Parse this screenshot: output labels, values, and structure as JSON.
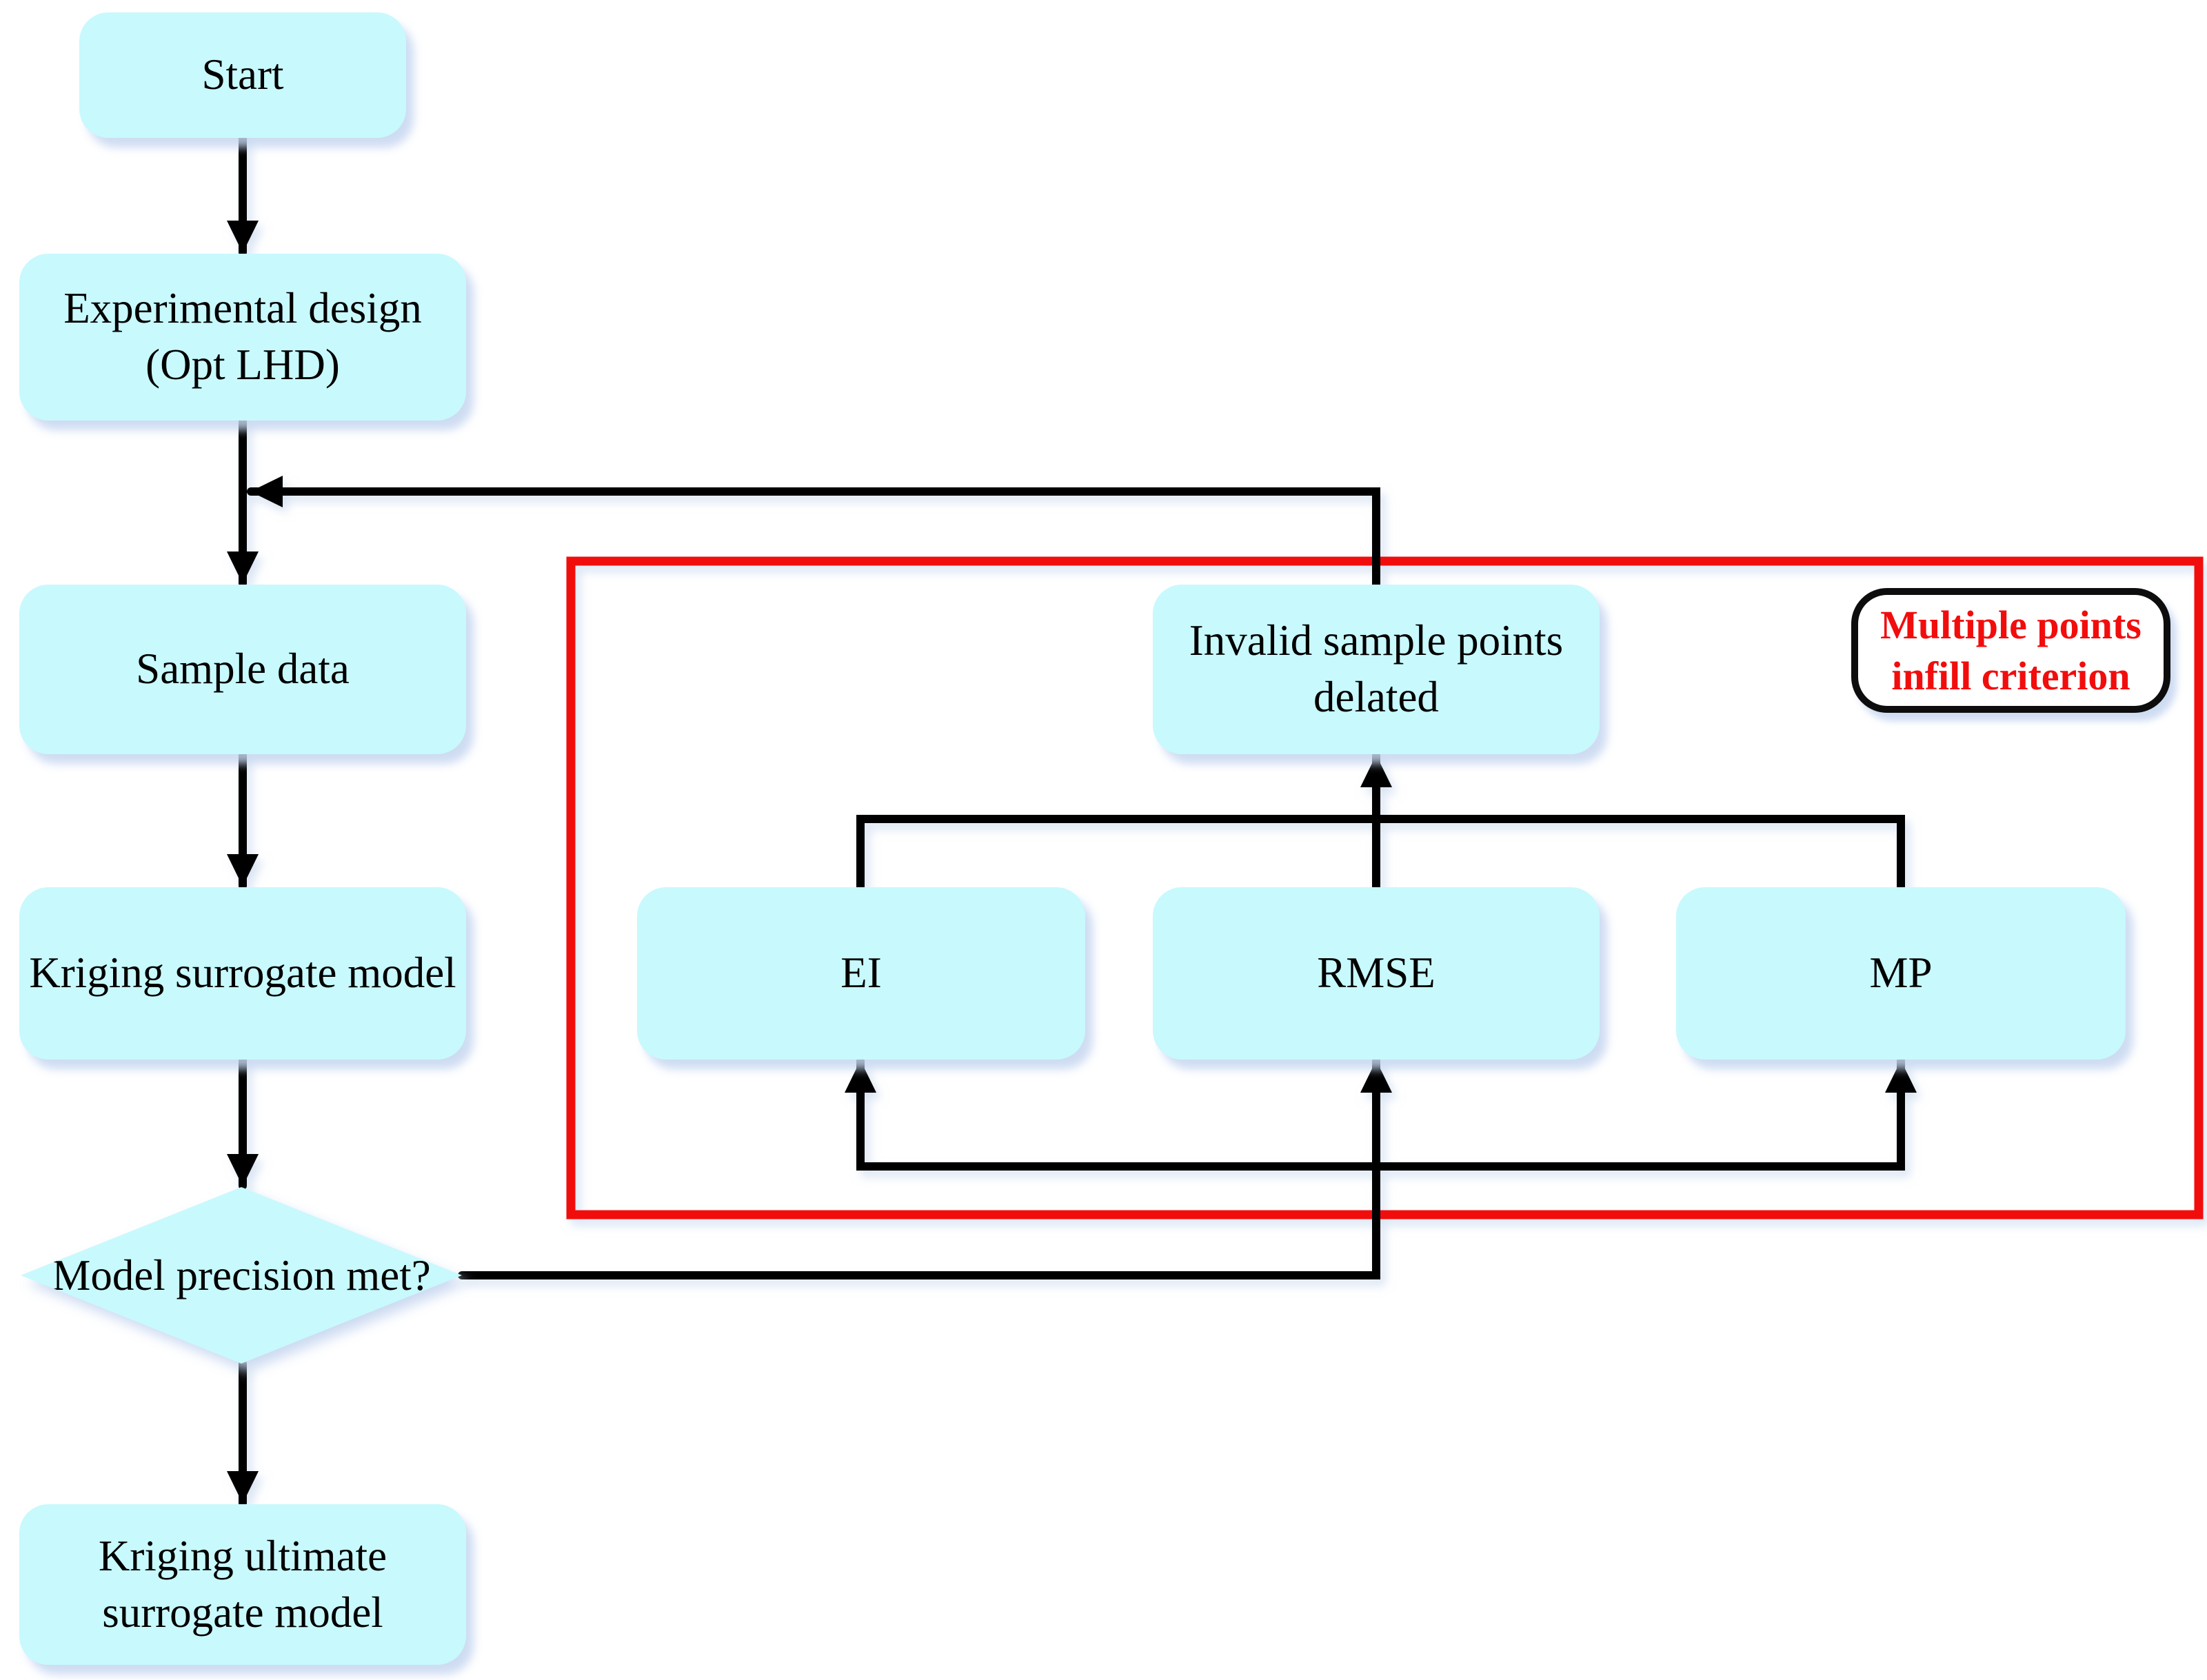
{
  "figure": {
    "type": "flowchart",
    "description": "Kriging surrogate model optimization flow with multiple points infill criterion"
  },
  "colors": {
    "node_fill": "#c8f9fd",
    "node_shadow": "#c6d6f0",
    "connector": "#000000",
    "accent_red": "#f20d0d",
    "annotation_border": "#0d0d0d",
    "text": "#000000",
    "background": "#ffffff"
  },
  "nodes": {
    "start": {
      "label": "Start"
    },
    "experimental_design": {
      "label": "Experimental design\n(Opt LHD)"
    },
    "sample_data": {
      "label": "Sample data"
    },
    "kriging_surrogate": {
      "label": "Kriging surrogate model"
    },
    "model_precision": {
      "label": "Model precision met?"
    },
    "kriging_ultimate": {
      "label": "Kriging ultimate\nsurrogate model"
    },
    "invalid_points": {
      "label": "Invalid sample points\ndelated"
    },
    "ei": {
      "label": "EI"
    },
    "rmse": {
      "label": "RMSE"
    },
    "mp": {
      "label": "MP"
    }
  },
  "annotation": {
    "label": "Multiple points\ninfill criterion"
  }
}
